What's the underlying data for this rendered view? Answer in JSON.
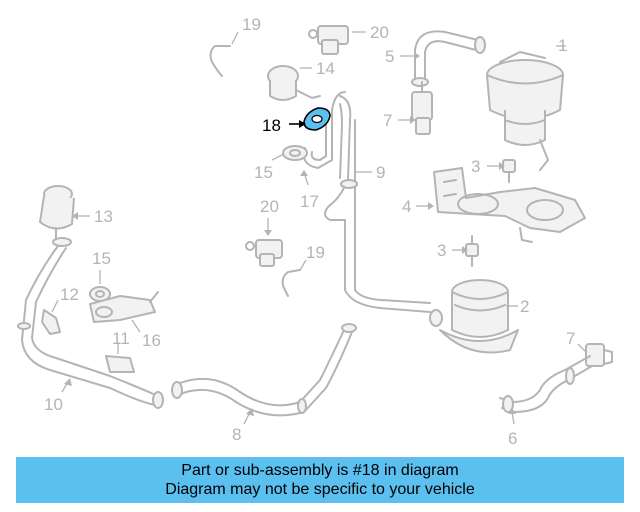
{
  "diagram": {
    "highlight_color": "#5bc0f0",
    "line_color": "#b4b4b4",
    "callouts": {
      "c1": "1",
      "c2": "2",
      "c3a": "3",
      "c3b": "3",
      "c4": "4",
      "c5": "5",
      "c6": "6",
      "c7a": "7",
      "c7b": "7",
      "c8": "8",
      "c9": "9",
      "c10": "10",
      "c11": "11",
      "c12": "12",
      "c13": "13",
      "c14": "14",
      "c15a": "15",
      "c15b": "15",
      "c16": "16",
      "c17": "17",
      "c18": "18",
      "c19a": "19",
      "c19b": "19",
      "c20a": "20",
      "c20b": "20"
    },
    "highlighted_part": "18"
  },
  "banner": {
    "line1": "Part or sub-assembly is #18 in diagram",
    "line2": "Diagram may not be specific to your vehicle",
    "background": "#5bc0f0"
  }
}
